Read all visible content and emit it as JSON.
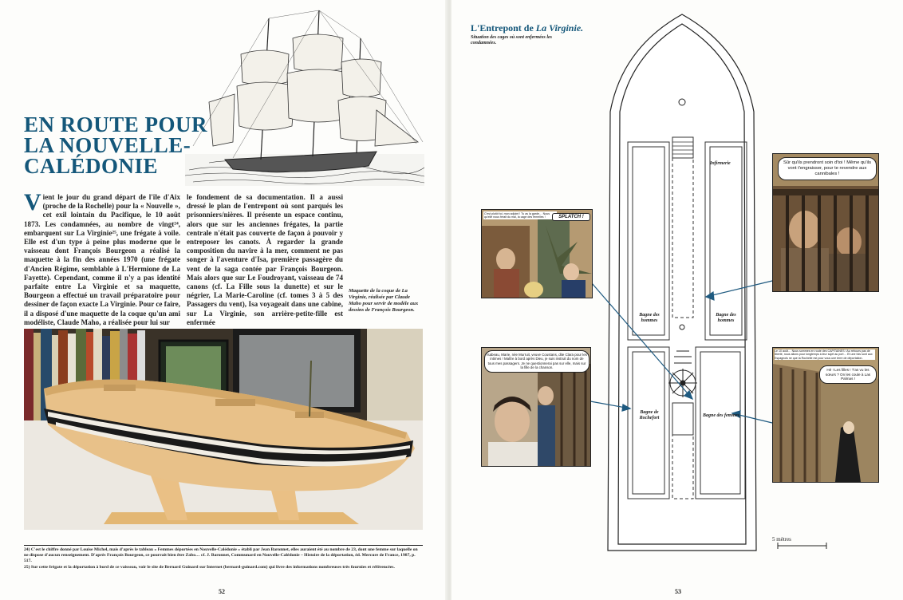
{
  "left_page": {
    "title_lines": [
      "EN ROUTE POUR",
      "LA NOUVELLE-",
      "CALÉDONIE"
    ],
    "body_col1_dropcap": "V",
    "body_col1": "ient le jour du grand départ de l'île d'Aix (proche de la Rochelle) pour la « Nouvelle », cet exil lointain du Pacifique, le 10 août 1873. Les condamnées, au nombre de vingt²⁴, embarquent sur La Virginie²⁵, une frégate à voile. Elle est d'un type à peine plus moderne que le vaisseau dont François Bourgeon a réalisé la maquette à la fin des années 1970 (une frégate d'Ancien Régime, semblable à L'Hermione de La Fayette). Cependant, comme il n'y a pas identité parfaite entre La Virginie et sa maquette, Bourgeon a effectué un travail préparatoire pour dessiner de façon exacte La Virginie. Pour ce faire, il a disposé d'une maquette de la coque qu'un ami modéliste, Claude Maho, a réalisée pour lui sur",
    "body_col2": "le fondement de sa documentation. Il a aussi dressé le plan de l'entrepont où sont parqués les prisonniers/nières. Il présente un espace continu, alors que sur les anciennes frégates, la partie centrale n'était pas couverte de façon à pouvoir y entreposer les canots. À regarder la grande composition du navire à la mer, comment ne pas songer à l'aventure d'Isa, première passagère du vent de la saga contée par François Bourgeon. Mais alors que sur Le Foudroyant, vaisseau de 74 canons (cf. La Fille sous la dunette) et sur le négrier, La Marie-Caroline (cf. tomes 3 à 5 des Passagers du vent), Isa voyageait dans une cabine, sur La Virginie, son arrière-petite-fille est enfermée",
    "caption": "Maquette de la coque de La Virginie, réalisée par Claude Maho pour servir de modèle aux dessins de François Bourgeon.",
    "footnotes": [
      "24) C'est le chiffre donné par Louise Michel, mais d'après le tableau « Femmes déportées en Nouvelle-Calédonie » établi par Jean Baronnet, elles auraient été au nombre de 23, dont une femme sur laquelle on ne dispose d'aucun renseignement. D'après François Bourgeon, ce pourrait bien être Zabo… cf. J. Baronnet, Communard en Nouvelle-Calédonie – Histoire de la déportation, éd. Mercure de France, 1987, p. 517.",
      "25) Sur cette frégate et la déportation à bord de ce vaisseau, voir le site de Bernard Guinard sur Internet (bernard-guinard.com) qui livre des informations nombreuses très fournies et référencées."
    ],
    "page_number": "52"
  },
  "right_page": {
    "title_prefix": "L'Entrepont de ",
    "title_italic": "La Virginie.",
    "subtitle": "Situation des cages où sont enfermées les condamnées.",
    "plan_labels": {
      "infirmerie": "Infirmerie",
      "bagne_hommes_left": "Bagne des hommes",
      "bagne_hommes_right": "Bagne des hommes",
      "bagne_rochefort": "Bagne de Rochefort",
      "bagne_femmes": "Bagne des femmes"
    },
    "panel_top_left": {
      "caption": "C'est plutôt toi, mon adjoint ! Tu as la garde… Nous qu'elle nous ferait du mal, la cage des femelles !",
      "sfx": "SPLATCH !"
    },
    "panel_top_right": {
      "bubble": "Sûr qu'ils prendront soin d'toi ! Même qu'ils vont t'engraisser, pour te revendre aux cannibales !"
    },
    "panel_bottom_left": {
      "bubble": "Isabeau, Marie, née Murruit, veuve Coustans, dite Clara pour les intimes ! Maître à bord après Dieu, je suis instruit du nom de tous mes passagers. Je ne questionnerai pas sur elle, mais sur la fille de la chanson."
    },
    "panel_bottom_right": {
      "caption": "Le 10 août… Nous sommes en route des CAPITAINES ! Au rebours pas de liberté, nous allons pour longtemps à leur sujet au port… Et une fois sont aux Espagnols ne que la Rochelle est pour vous une terre de déportation.",
      "bubble": "Hé ! Les filles ! T'as vu les sœurs ? On les coule à Las Palmas !"
    },
    "scale_label": "5 mètres",
    "page_number": "53"
  },
  "colors": {
    "title_blue": "#14577a",
    "arrow_blue": "#1f5a80"
  }
}
